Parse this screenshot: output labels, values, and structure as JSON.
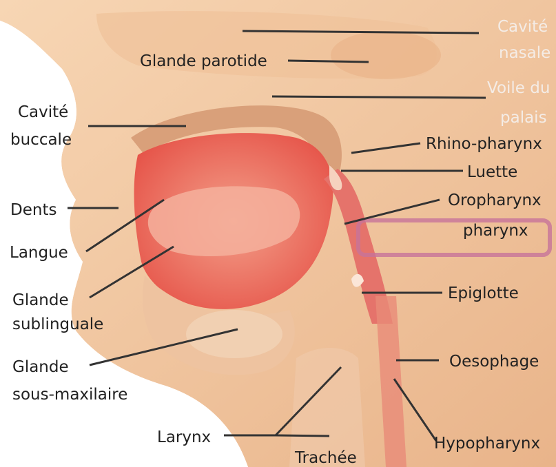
{
  "labels": {
    "glande_parotide": "Glande parotide",
    "cavite": "Cavité",
    "buccale": "buccale",
    "dents": "Dents",
    "langue": "Langue",
    "glande_sub": "Glande",
    "sublinguale": "sublinguale",
    "glande_sm": "Glande",
    "sous_maxilaire": "sous-maxilaire",
    "larynx": "Larynx",
    "trachee": "Trachée",
    "cavite_nasale_1": "Cavité",
    "cavite_nasale_2": "nasale",
    "voile_1": "Voile du",
    "voile_2": "palais",
    "rhino": "Rhino-pharynx",
    "luette": "Luette",
    "oropharynx": "Oropharynx",
    "pharynx": "pharynx",
    "epiglotte": "Epiglotte",
    "oesophage": "Oesophage",
    "hypopharynx": "Hypopharynx"
  },
  "colors": {
    "skin": "#f3c9a2",
    "skin_dark": "#e3a87e",
    "mouth": "#e8675a",
    "tongue": "#f19a84",
    "pharynx": "#e5736b",
    "pharynx_box": "#c7739a"
  }
}
